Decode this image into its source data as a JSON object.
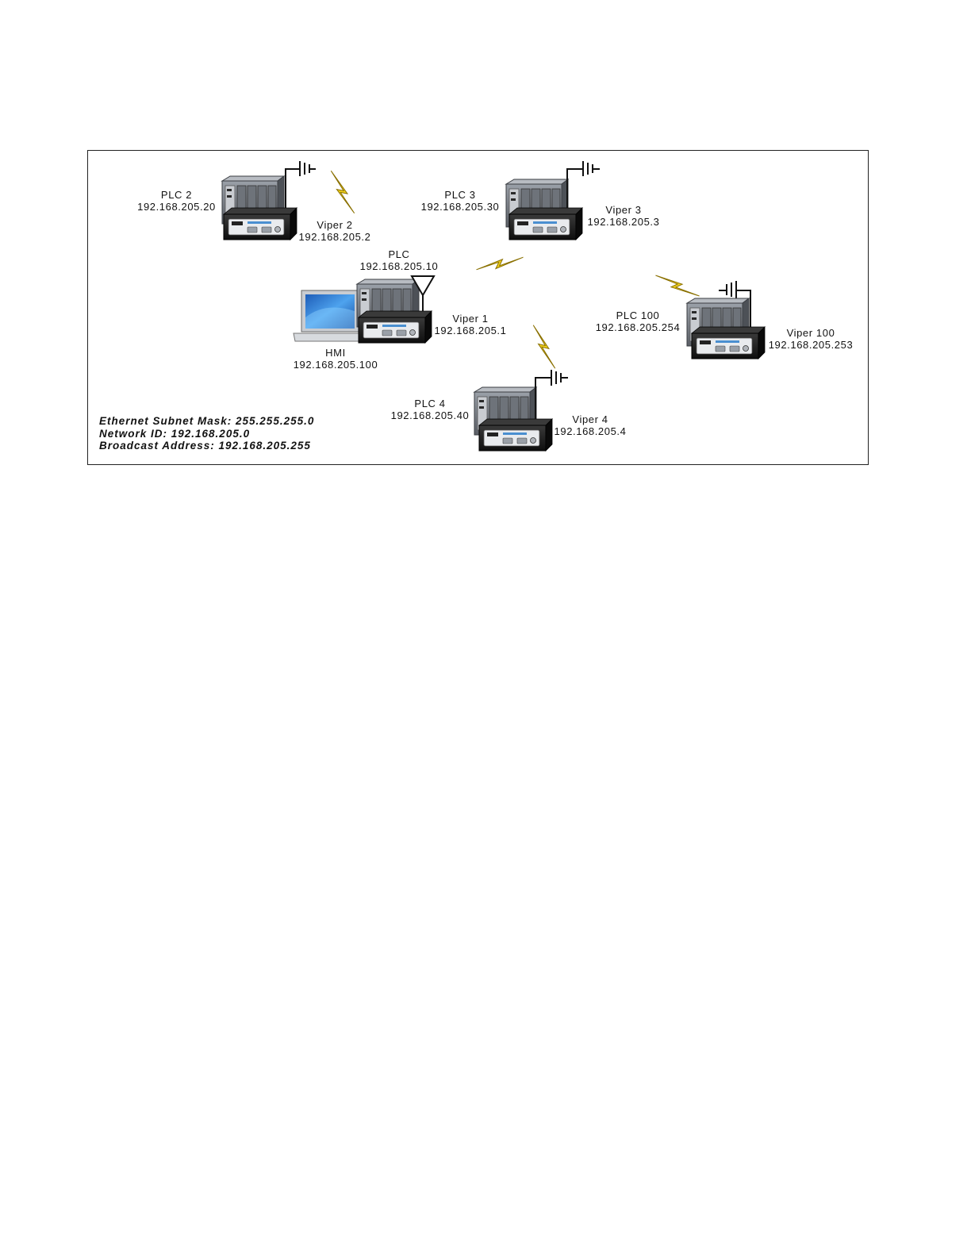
{
  "devices": {
    "plc2": {
      "name": "PLC 2",
      "ip": "192.168.205.20"
    },
    "viper2": {
      "name": "Viper 2",
      "ip": "192.168.205.2"
    },
    "plc3": {
      "name": "PLC 3",
      "ip": "192.168.205.30"
    },
    "viper3": {
      "name": "Viper 3",
      "ip": "192.168.205.3"
    },
    "plc1": {
      "name": "PLC",
      "ip": "192.168.205.10"
    },
    "viper1": {
      "name": "Viper 1",
      "ip": "192.168.205.1"
    },
    "hmi": {
      "name": "HMI",
      "ip": "192.168.205.100"
    },
    "plc100": {
      "name": "PLC 100",
      "ip": "192.168.205.254"
    },
    "viper100": {
      "name": "Viper 100",
      "ip": "192.168.205.253"
    },
    "plc4": {
      "name": "PLC 4",
      "ip": "192.168.205.40"
    },
    "viper4": {
      "name": "Viper 4",
      "ip": "192.168.205.4"
    }
  },
  "network_info": {
    "subnet_mask": "Ethernet Subnet Mask: 255.255.255.0",
    "network_id": "Network ID: 192.168.205.0",
    "broadcast": "Broadcast Address: 192.168.205.255"
  },
  "colors": {
    "lightning": "#f2d21c",
    "lightning_outline": "#8a7000",
    "radio_body": "#1c1c1c",
    "radio_face": "#e9ebee",
    "plc_body": "#7a7e86",
    "laptop_screen": "#2d7fd6"
  }
}
